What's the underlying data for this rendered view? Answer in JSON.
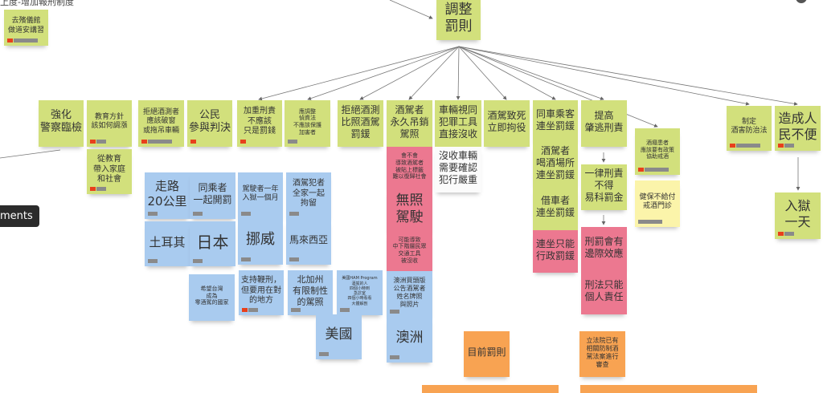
{
  "board_title": "上度-增加報刑制度",
  "tooltip_text": "ments",
  "colors": {
    "green": "#d2e07c",
    "blue": "#a9cbef",
    "pink": "#ec7890",
    "orange": "#f8a352",
    "yellow": "#fbf4aa",
    "tag_red": "#e8401c",
    "tag_gray": "#8a8a8a"
  },
  "notes": [
    {
      "text": "去殯儀館\n做道安講習",
      "color": "green"
    },
    {
      "text": "調整\n罰則",
      "color": "green"
    },
    {
      "text": "強化\n警察臨檢",
      "color": "green"
    },
    {
      "text": "教育方針\n該如何調漲",
      "color": "green"
    },
    {
      "text": "拒絕酒測者\n應該破窗\n或拖吊車輛",
      "color": "green"
    },
    {
      "text": "公民\n參與判決",
      "color": "green"
    },
    {
      "text": "加重刑責\n不應該\n只是罰錢",
      "color": "green"
    },
    {
      "text": "應調整\n偵資法\n不應該保護\n加害者",
      "color": "green"
    },
    {
      "text": "拒絕酒測\n比照酒駕\n罰鍰",
      "color": "green"
    },
    {
      "text": "酒駕者\n永久吊銷\n駕照",
      "color": "green"
    },
    {
      "text": "車輛視同\n犯罪工具\n直接沒收",
      "color": "green"
    },
    {
      "text": "酒駕致死\n立即拘役",
      "color": "green"
    },
    {
      "text": "同車乘客\n連坐罰鍰",
      "color": "green"
    },
    {
      "text": "提高\n肇逃刑責",
      "color": "green"
    },
    {
      "text": "酒癮患者\n應該要有政策\n協助戒酒",
      "color": "green"
    },
    {
      "text": "制定\n酒害防治法",
      "color": "green"
    },
    {
      "text": "造成人\n民不便",
      "color": "green"
    },
    {
      "text": "從教育\n帶入家庭\n和社會",
      "color": "green"
    },
    {
      "text": "會不會\n導致酒駕者\n被貼上標籤\n難以復歸社會",
      "color": "pink"
    },
    {
      "text": "無照\n駕駛",
      "color": "pink"
    },
    {
      "text": "可能導致\n中下階層民眾\n交通工具\n被沒收",
      "color": "pink"
    },
    {
      "text": "澳洲買頭版\n公告酒駕者\n姓名牌照\n與照片",
      "color": "blue"
    },
    {
      "text": "澳洲",
      "color": "blue"
    },
    {
      "text": "沒收車輛\n需要確認\n犯行嚴重",
      "color": "white"
    },
    {
      "text": "酒駕者\n喝酒場所\n連坐罰鍰",
      "color": "green"
    },
    {
      "text": "借車者\n連坐罰鍰",
      "color": "green"
    },
    {
      "text": "連坐只能\n行政罰鍰",
      "color": "pink"
    },
    {
      "text": "一律刑責\n不得\n易科罰金",
      "color": "green"
    },
    {
      "text": "刑罰會有\n邊際效應",
      "color": "pink"
    },
    {
      "text": "刑法只能\n個人責任",
      "color": "pink"
    },
    {
      "text": "健保不給付\n戒酒門診",
      "color": "yellow"
    },
    {
      "text": "入獄\n一天",
      "color": "green"
    },
    {
      "text": "走路\n20公里",
      "color": "blue"
    },
    {
      "text": "同乘者\n一起開罰",
      "color": "blue"
    },
    {
      "text": "駕駛者一年\n入獄一個月",
      "color": "blue"
    },
    {
      "text": "酒駕犯者\n全家一起\n拘留",
      "color": "blue"
    },
    {
      "text": "土耳其",
      "color": "blue"
    },
    {
      "text": "日本",
      "color": "blue"
    },
    {
      "text": "挪威",
      "color": "blue"
    },
    {
      "text": "馬來西亞",
      "color": "blue"
    },
    {
      "text": "希望台灣\n成為\n零酒駕的國家",
      "color": "blue"
    },
    {
      "text": "支持鞭刑，\n但要用在對\n的地方",
      "color": "blue"
    },
    {
      "text": "北加州\n有限制性\n的駕照",
      "color": "blue"
    },
    {
      "text": "美國HAM Program\n酒駕的人\n四個小時到\n急診室\n四個小時看看\n大體解剖",
      "color": "blue"
    },
    {
      "text": "美國",
      "color": "blue"
    },
    {
      "text": "目前罰則",
      "color": "orange"
    },
    {
      "text": "立法院已有\n相關防制酒\n駕法案進行\n審查",
      "color": "orange"
    }
  ]
}
